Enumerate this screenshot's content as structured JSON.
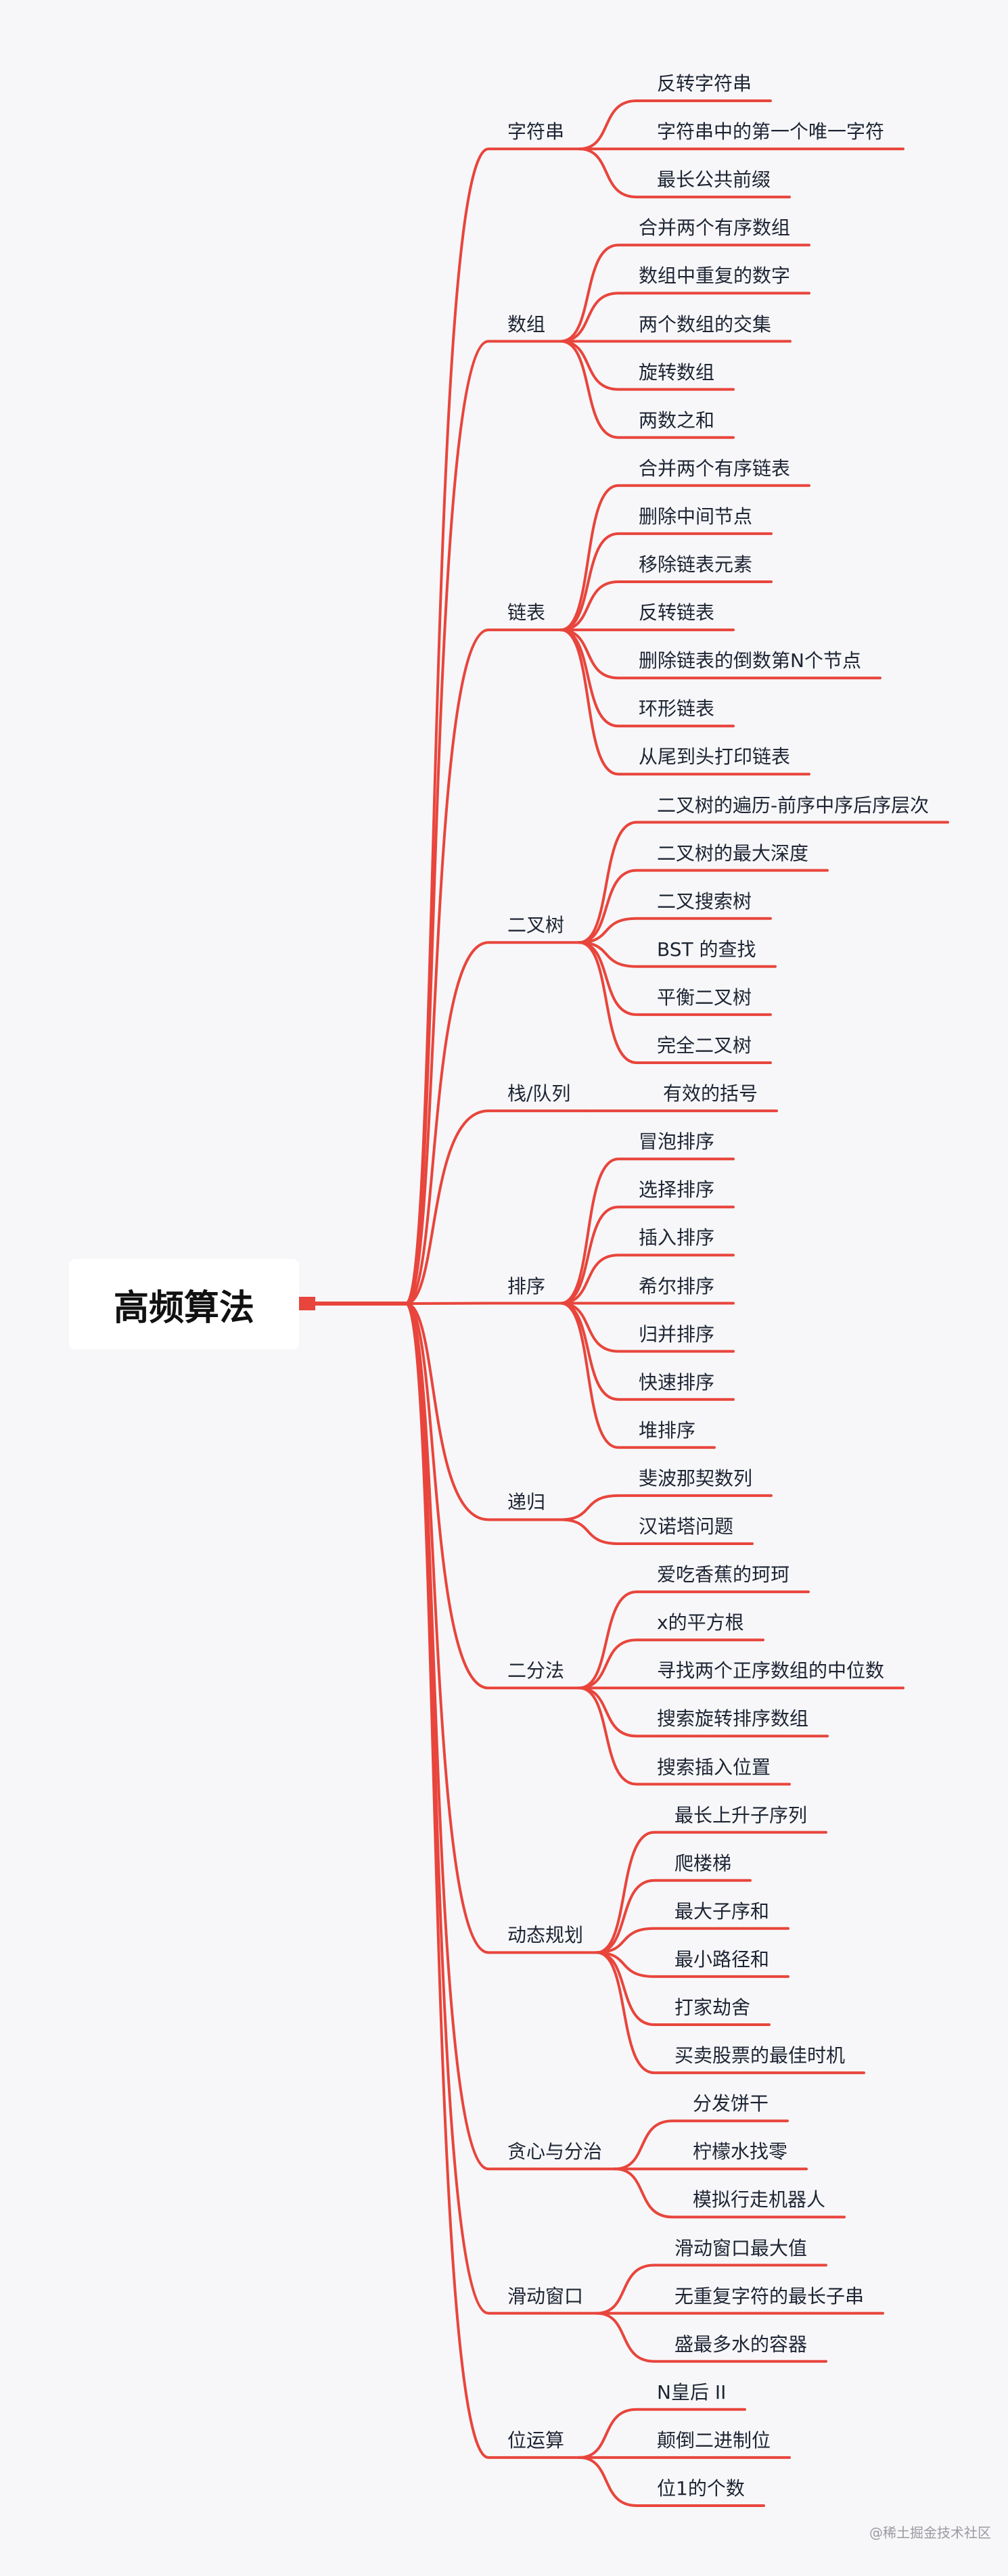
{
  "root": {
    "title": "高频算法"
  },
  "categories": [
    {
      "label": "字符串",
      "children": [
        "反转字符串",
        "字符串中的第一个唯一字符",
        "最长公共前缀"
      ]
    },
    {
      "label": "数组",
      "children": [
        "合并两个有序数组",
        "数组中重复的数字",
        "两个数组的交集",
        "旋转数组",
        "两数之和"
      ]
    },
    {
      "label": "链表",
      "children": [
        "合并两个有序链表",
        "删除中间节点",
        "移除链表元素",
        "反转链表",
        "删除链表的倒数第N个节点",
        "环形链表",
        "从尾到头打印链表"
      ]
    },
    {
      "label": "二叉树",
      "children": [
        "二叉树的遍历-前序中序后序层次",
        "二叉树的最大深度",
        "二叉搜索树",
        "BST 的查找",
        "平衡二叉树",
        "完全二叉树"
      ]
    },
    {
      "label": "栈/队列",
      "children": [
        "有效的括号"
      ]
    },
    {
      "label": "排序",
      "children": [
        "冒泡排序",
        "选择排序",
        "插入排序",
        "希尔排序",
        "归并排序",
        "快速排序",
        "堆排序"
      ]
    },
    {
      "label": "递归",
      "children": [
        "斐波那契数列",
        "汉诺塔问题"
      ]
    },
    {
      "label": "二分法",
      "children": [
        "爱吃香蕉的珂珂",
        "x的平方根",
        "寻找两个正序数组的中位数",
        "搜索旋转排序数组",
        "搜索插入位置"
      ]
    },
    {
      "label": "动态规划",
      "children": [
        "最长上升子序列",
        "爬楼梯",
        "最大子序和",
        "最小路径和",
        "打家劫舍",
        "买卖股票的最佳时机"
      ]
    },
    {
      "label": "贪心与分治",
      "children": [
        "分发饼干",
        "柠檬水找零",
        "模拟行走机器人"
      ]
    },
    {
      "label": "滑动窗口",
      "children": [
        "滑动窗口最大值",
        "无重复字符的最长子串",
        "盛最多水的容器"
      ]
    },
    {
      "label": "位运算",
      "children": [
        "N皇后 II",
        "颠倒二进制位",
        "位1的个数"
      ]
    }
  ],
  "watermark": "@稀土掘金技术社区",
  "colors": {
    "branch": "#e8453c",
    "text": "#1d2433",
    "background": "#f7f7f9"
  }
}
